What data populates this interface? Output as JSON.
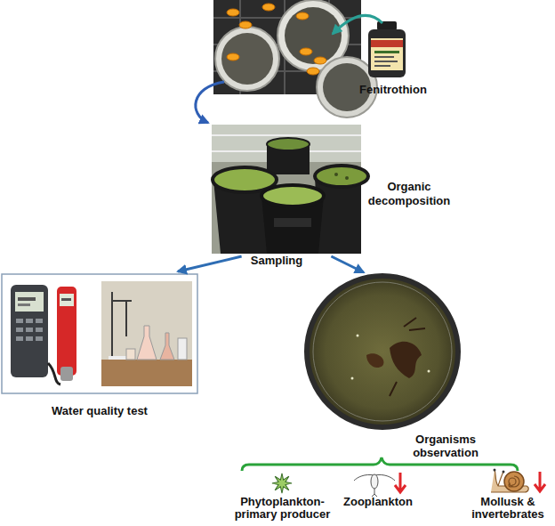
{
  "diagram": {
    "nodes": [
      {
        "text": [
          "Fenitrothion"
        ]
      },
      {
        "text": [
          "Organic decomposition"
        ]
      },
      {
        "text": [
          "Water quality test"
        ]
      },
      {
        "text": [
          "Organisms observation"
        ]
      },
      {
        "text": [
          "Phytoplankton- primary producer"
        ]
      },
      {
        "text": [
          "Zooplankton"
        ]
      },
      {
        "text": [
          "Mollusk & invertebrates"
        ]
      }
    ],
    "edges": [
      {
        "from": 1,
        "to": 2,
        "arrow": "to"
      },
      {
        "from": 1,
        "to": 3,
        "arrow": "to"
      }
    ],
    "labels": [
      "Sampling"
    ]
  }
}
